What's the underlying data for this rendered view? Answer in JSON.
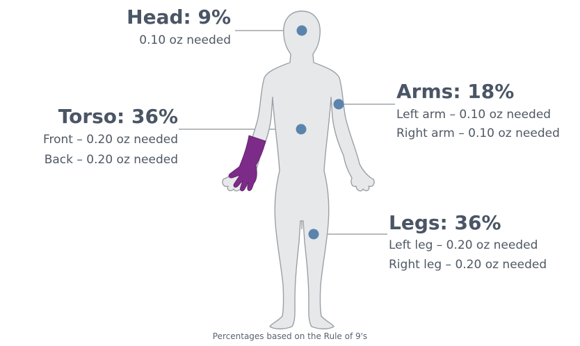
{
  "head": {
    "title": "Head: 9%",
    "lines": [
      "0.10 oz needed"
    ]
  },
  "torso": {
    "title": "Torso: 36%",
    "lines": [
      "Front – 0.20 oz needed",
      "Back – 0.20 oz needed"
    ]
  },
  "arms": {
    "title": "Arms: 18%",
    "lines": [
      "Left arm – 0.10 oz needed",
      "Right arm – 0.10 oz needed"
    ]
  },
  "legs": {
    "title": "Legs: 36%",
    "lines": [
      "Left leg – 0.20 oz needed",
      "Right leg – 0.20 oz needed"
    ]
  },
  "caption": "Percentages based on the Rule of 9's",
  "colors": {
    "body": "#e7e8ea",
    "outline": "#9aa0a6",
    "dot": "#5b84ad",
    "glove": "#7d2b88",
    "text": "#4a5565",
    "line": "#8c9298"
  }
}
